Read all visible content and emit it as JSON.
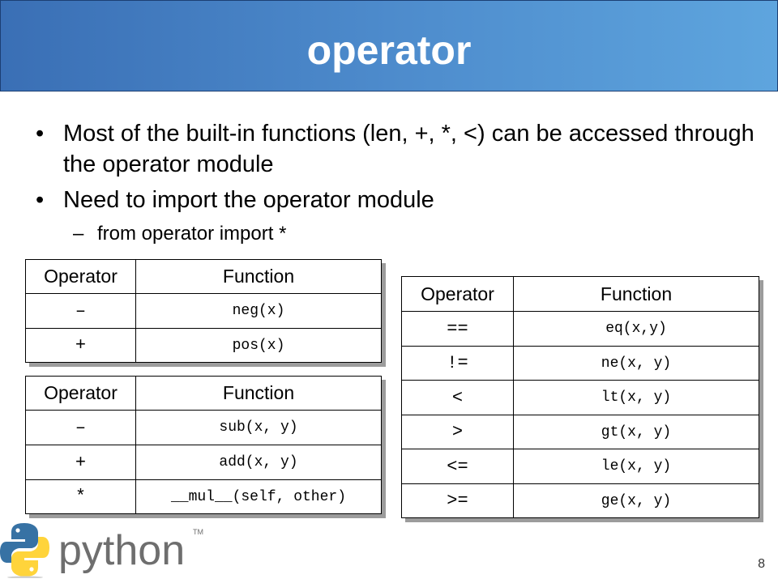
{
  "slide": {
    "title": "operator",
    "page_number": "8",
    "bullets": [
      {
        "text": "Most of the built-in functions (len, +, *, <) can be accessed through the operator module"
      },
      {
        "text": "Need to import the operator module"
      }
    ],
    "sub_bullet": "from operator import *",
    "dash": "–",
    "bullet_glyph": "•"
  },
  "table_unary": {
    "headers": [
      "Operator",
      "Function"
    ],
    "rows": [
      {
        "op": "–",
        "fn": "neg(x)"
      },
      {
        "op": "+",
        "fn": "pos(x)"
      }
    ]
  },
  "table_binary": {
    "headers": [
      "Operator",
      "Function"
    ],
    "rows": [
      {
        "op": "–",
        "fn": "sub(x, y)"
      },
      {
        "op": "+",
        "fn": "add(x, y)"
      },
      {
        "op": "*",
        "fn": "__mul__(self, other)"
      }
    ]
  },
  "table_compare": {
    "headers": [
      "Operator",
      "Function"
    ],
    "rows": [
      {
        "op": "==",
        "fn": "eq(x,y)"
      },
      {
        "op": "!=",
        "fn": "ne(x, y)"
      },
      {
        "op": "<",
        "fn": "lt(x, y)"
      },
      {
        "op": ">",
        "fn": "gt(x, y)"
      },
      {
        "op": "<=",
        "fn": "le(x, y)"
      },
      {
        "op": ">=",
        "fn": "ge(x, y)"
      }
    ]
  },
  "logo": {
    "icon": "python-logo-icon",
    "wordmark": "python",
    "trademark": "TM",
    "colors": {
      "blue": "#3772a4",
      "yellow": "#ffd43b",
      "text": "#6e6e6e"
    }
  }
}
